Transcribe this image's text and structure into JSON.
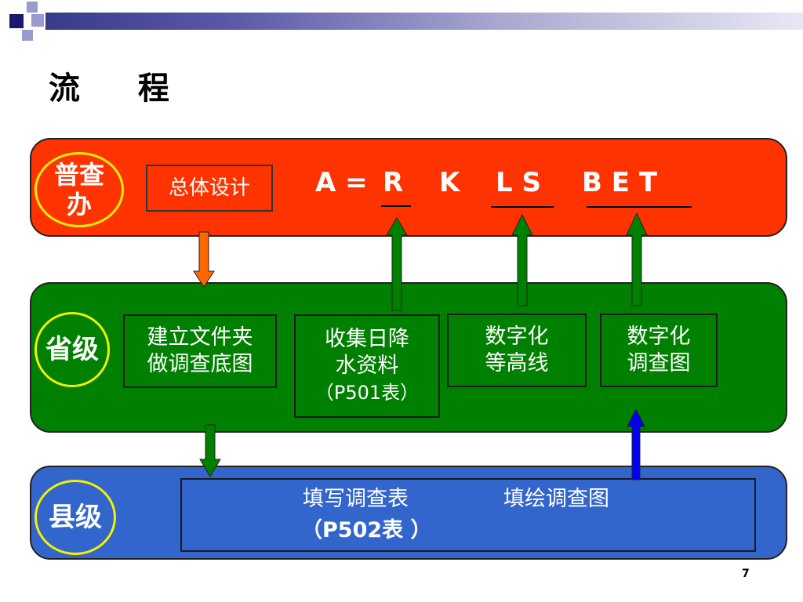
{
  "slide": {
    "title": "流 程",
    "page_number": "7"
  },
  "levels": {
    "national": {
      "label": "普查办"
    },
    "province": {
      "label": "省级"
    },
    "county": {
      "label": "县级"
    }
  },
  "boxes": {
    "overall_design": "总体设计",
    "folder_line1": "建立文件夹",
    "folder_line2": "做调查底图",
    "rain_line1": "收集日降",
    "rain_line2": "水资料",
    "rain_line3": "（P501表）",
    "contour_line1": "数字化",
    "contour_line2": "等高线",
    "map_line1": "数字化",
    "map_line2": "调查图",
    "county_fill1": "填写调查表",
    "county_fill2": "填绘调查图",
    "county_table": "（P502表 ）"
  },
  "formula": {
    "a_eq": "A =",
    "r": "R",
    "k": "K",
    "ls": "L S",
    "bet": "B E T"
  },
  "colors": {
    "national_band": "#ff3300",
    "province_band": "#008000",
    "county_band": "#3366cc",
    "circle_outline": "#f3f000",
    "arrow_orange": "#ff6600",
    "arrow_green": "#008000",
    "arrow_blue": "#0000ee"
  }
}
